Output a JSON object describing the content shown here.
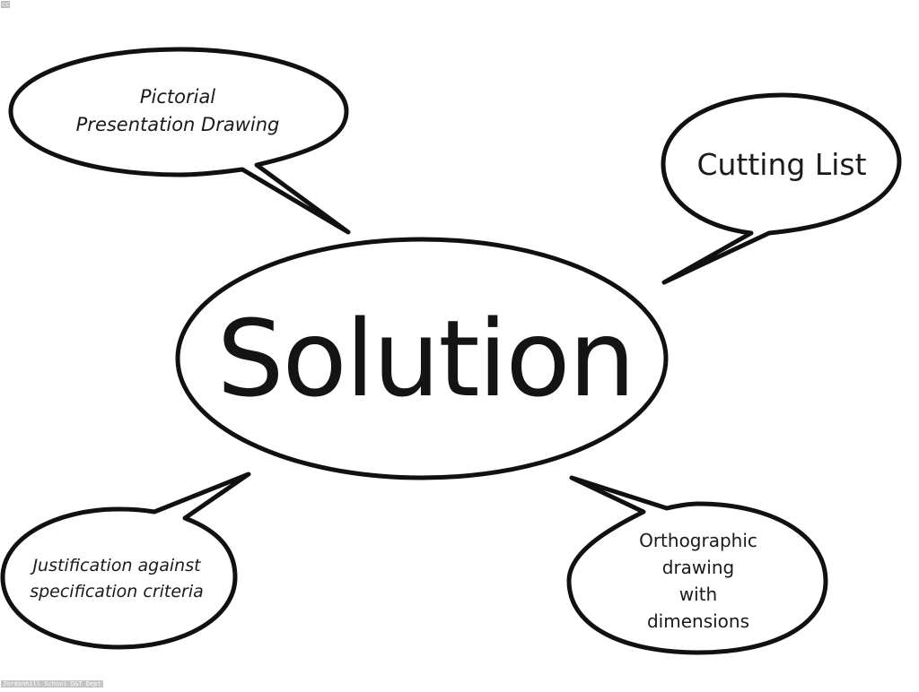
{
  "diagram": {
    "center": {
      "text": "Solution"
    },
    "bubbles": [
      {
        "id": "pictorial",
        "lines": [
          "Pictorial",
          "Presentation Drawing"
        ]
      },
      {
        "id": "cutting-list",
        "lines": [
          "Cutting List"
        ]
      },
      {
        "id": "justification",
        "lines": [
          "Justification against",
          "specification criteria"
        ]
      },
      {
        "id": "orthographic",
        "lines": [
          "Orthographic",
          "drawing",
          "with",
          "dimensions"
        ]
      }
    ]
  },
  "corner_mark": "cc",
  "footer_credit": "Jordanhill School D&T Dept",
  "colors": {
    "stroke": "#111111",
    "background": "#ffffff"
  }
}
